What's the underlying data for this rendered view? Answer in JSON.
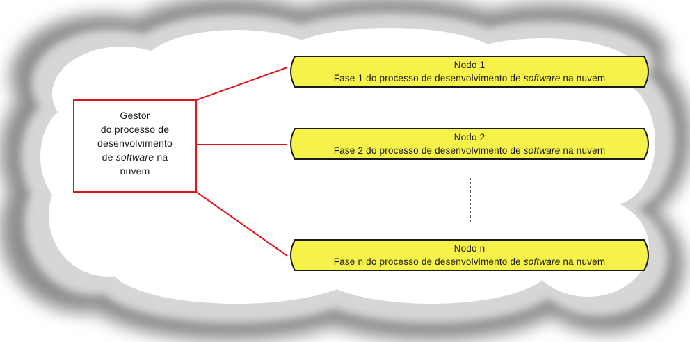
{
  "manager": {
    "line1": "Gestor",
    "line2": "do processo de",
    "line3": "desenvolvimento",
    "line4_prefix": "de ",
    "line4_italic": "software",
    "line4_suffix": " na",
    "line5": "nuvem"
  },
  "nodes": [
    {
      "title": "Nodo 1",
      "desc_prefix": "Fase 1  do processo de desenvolvimento de ",
      "desc_italic": "software",
      "desc_suffix": " na nuvem"
    },
    {
      "title": "Nodo 2",
      "desc_prefix": "Fase 2  do processo de desenvolvimento de ",
      "desc_italic": "software",
      "desc_suffix": " na nuvem"
    },
    {
      "title": "Nodo n",
      "desc_prefix": "Fase n  do processo de desenvolvimento de ",
      "desc_italic": "software",
      "desc_suffix": " na nuvem"
    }
  ],
  "colors": {
    "connector": "#e0141c",
    "manager_border": "#e0141c",
    "node_fill": "#f7f24a",
    "node_border": "#1a1a1a",
    "cloud_fill": "#ffffff",
    "cloud_shadow": "#9a9a9a"
  }
}
